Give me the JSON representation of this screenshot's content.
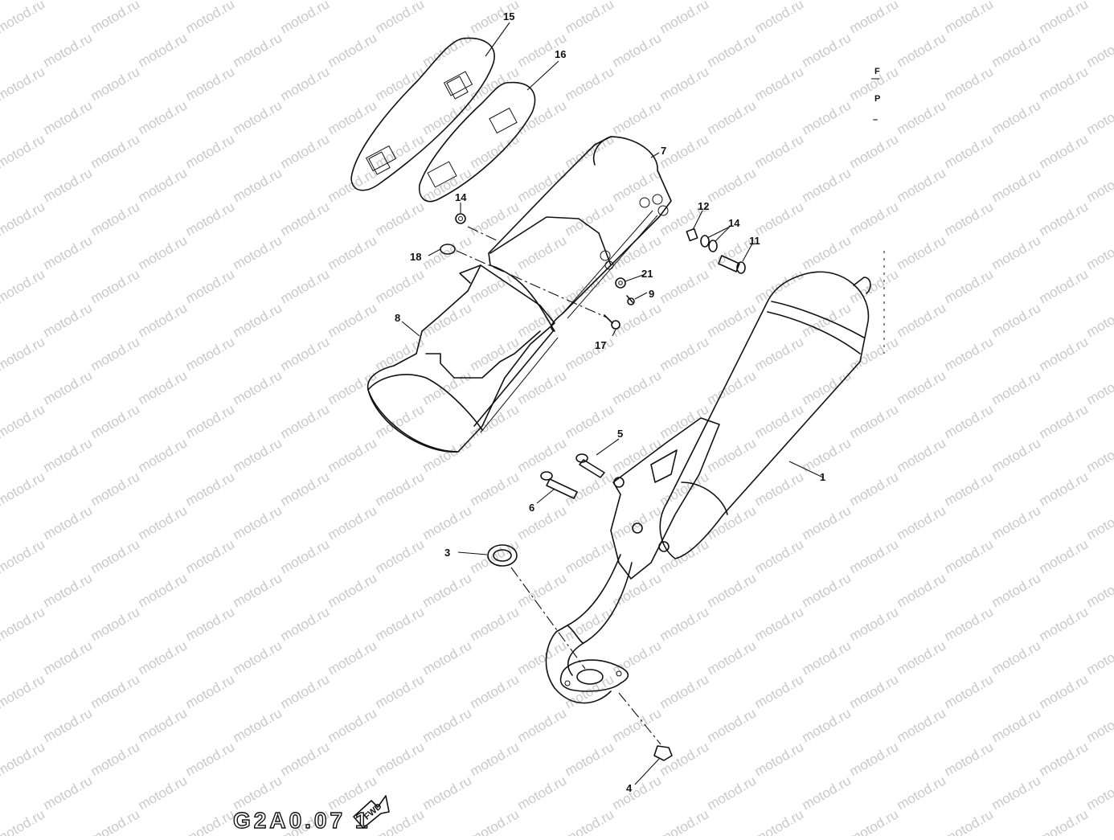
{
  "watermark": {
    "text": "motod.ru",
    "color": "#c9c9c9"
  },
  "figure_code": "G2A0.07 1",
  "fwd_label": "FWD",
  "side_labels": [
    "F",
    "P",
    "–"
  ],
  "parts": [
    {
      "id": "p1",
      "ref": "1"
    },
    {
      "id": "p3",
      "ref": "3"
    },
    {
      "id": "p4",
      "ref": "4"
    },
    {
      "id": "p5",
      "ref": "5"
    },
    {
      "id": "p6",
      "ref": "6"
    },
    {
      "id": "p7",
      "ref": "7"
    },
    {
      "id": "p8",
      "ref": "8"
    },
    {
      "id": "p9",
      "ref": "9"
    },
    {
      "id": "p11",
      "ref": "11"
    },
    {
      "id": "p12",
      "ref": "12"
    },
    {
      "id": "p14a",
      "ref": "14"
    },
    {
      "id": "p14b",
      "ref": "14"
    },
    {
      "id": "p15",
      "ref": "15"
    },
    {
      "id": "p16",
      "ref": "16"
    },
    {
      "id": "p17",
      "ref": "17"
    },
    {
      "id": "p18",
      "ref": "18"
    },
    {
      "id": "p21",
      "ref": "21"
    }
  ]
}
